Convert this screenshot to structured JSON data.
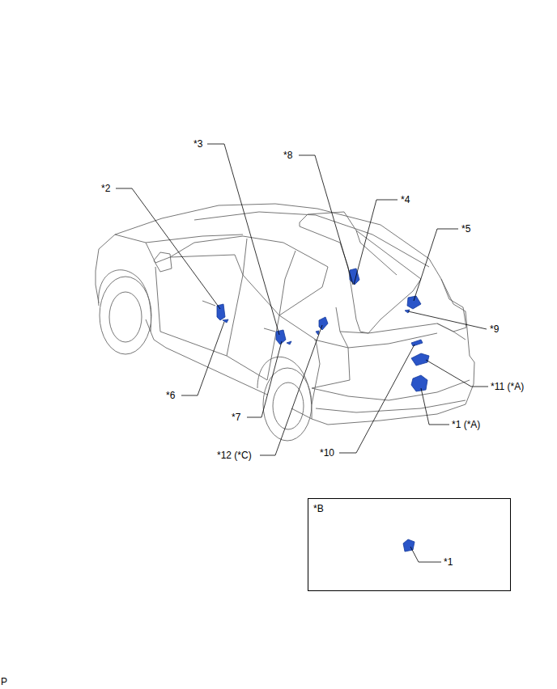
{
  "diagram": {
    "nodes": [
      {
        "text": [
          "*B",
          "*1"
        ]
      }
    ],
    "labels": [
      "*3",
      "*8",
      "*2",
      "*4",
      "*5",
      "*9",
      "*6",
      "*11 (*A)",
      "*1 (*A)",
      "*7",
      "*12 (*C)",
      "*10",
      "P"
    ]
  }
}
